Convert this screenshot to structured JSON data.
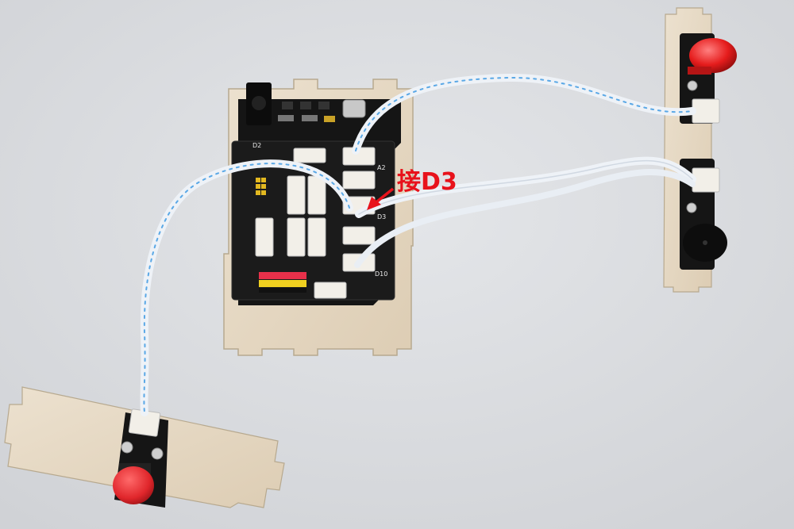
{
  "annotation": {
    "label": "接D3",
    "color": "#e8121b"
  },
  "colors": {
    "background": "#d9dbdf",
    "wood": "#e7dac5",
    "pcb": "#151515",
    "led_red": "#e51c1c",
    "button_red": "#e0262b",
    "cable_blue": "#5aa8e6"
  },
  "board": {
    "port_labels": [
      "A2",
      "D3",
      "D10",
      "D2"
    ]
  }
}
